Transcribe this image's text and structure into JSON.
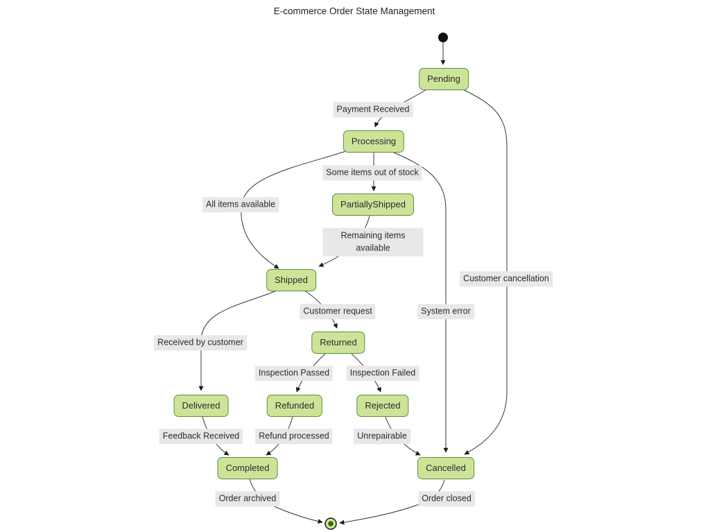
{
  "diagram": {
    "type": "state-diagram",
    "title": "E-commerce Order State Management",
    "colors": {
      "state_fill": "#cde498",
      "state_border": "#5a8c3c",
      "label_bg": "#e8e8e8",
      "text": "#2b2b2b",
      "edge": "#333333",
      "arrow": "#1a1a1a",
      "start_dot": "#111111",
      "final_ring_fill": "#cde498",
      "final_dot": "#2e6b10"
    },
    "pseudo_states": {
      "initial": {
        "type": "start-dot"
      },
      "final": {
        "type": "end-circle"
      }
    },
    "states": {
      "pending": {
        "label": "Pending"
      },
      "processing": {
        "label": "Processing"
      },
      "partially_shipped": {
        "label": "PartiallyShipped"
      },
      "shipped": {
        "label": "Shipped"
      },
      "returned": {
        "label": "Returned"
      },
      "delivered": {
        "label": "Delivered"
      },
      "refunded": {
        "label": "Refunded"
      },
      "rejected": {
        "label": "Rejected"
      },
      "completed": {
        "label": "Completed"
      },
      "cancelled": {
        "label": "Cancelled"
      }
    },
    "transitions": {
      "start": {
        "from": "initial",
        "to": "Pending",
        "label": ""
      },
      "payment_received": {
        "from": "Pending",
        "to": "Processing",
        "label": "Payment Received"
      },
      "customer_cancellation": {
        "from": "Pending",
        "to": "Cancelled",
        "label": "Customer cancellation"
      },
      "some_items_out_of_stock": {
        "from": "Processing",
        "to": "PartiallyShipped",
        "label": "Some items out of stock"
      },
      "all_items_available": {
        "from": "Processing",
        "to": "Shipped",
        "label": "All items available"
      },
      "system_error": {
        "from": "Processing",
        "to": "Cancelled",
        "label": "System error"
      },
      "remaining_items_available": {
        "from": "PartiallyShipped",
        "to": "Shipped",
        "label": "Remaining items\navailable"
      },
      "received_by_customer": {
        "from": "Shipped",
        "to": "Delivered",
        "label": "Received by customer"
      },
      "customer_request": {
        "from": "Shipped",
        "to": "Returned",
        "label": "Customer request"
      },
      "inspection_passed": {
        "from": "Returned",
        "to": "Refunded",
        "label": "Inspection Passed"
      },
      "inspection_failed": {
        "from": "Returned",
        "to": "Rejected",
        "label": "Inspection Failed"
      },
      "feedback_received": {
        "from": "Delivered",
        "to": "Completed",
        "label": "Feedback Received"
      },
      "refund_processed": {
        "from": "Refunded",
        "to": "Completed",
        "label": "Refund processed"
      },
      "unrepairable": {
        "from": "Rejected",
        "to": "Cancelled",
        "label": "Unrepairable"
      },
      "order_archived": {
        "from": "Completed",
        "to": "final",
        "label": "Order archived"
      },
      "order_closed": {
        "from": "Cancelled",
        "to": "final",
        "label": "Order closed"
      }
    }
  }
}
